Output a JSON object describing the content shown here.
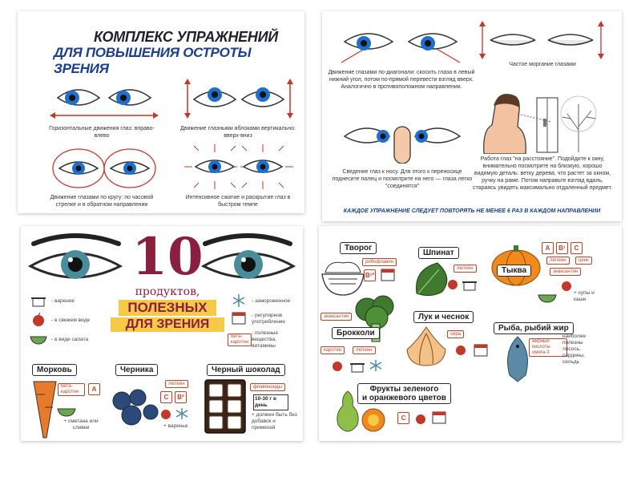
{
  "exercises": {
    "title_line1": "КОМПЛЕКС УПРАЖНЕНИЙ",
    "title_line2": "ДЛЯ ПОВЫШЕНИЯ ОСТРОТЫ ЗРЕНИЯ",
    "items": [
      {
        "caption": "Горизонтальные движения глаз: вправо-влево"
      },
      {
        "caption": "Движение глазными яблоками вертикально: вверх-вниз"
      },
      {
        "caption": "Движение глазами по кругу: по часовой стрелке и в обратном направлении"
      },
      {
        "caption": "Интенсивное сжатие и раскрытие глаз в быстром темпе"
      },
      {
        "caption": "Движение глазами по-диагонали: скосить глаза в левый нижний угол, потом по-прямой перевести взгляд вверх. Аналогично в противоположном направлении."
      },
      {
        "caption": "Частое моргание глазами"
      },
      {
        "caption": "Сведение глаз к носу. Для этого к переносице поднесите палец и посмотрите на него — глаза легко \"соединятся\""
      },
      {
        "caption": "Работа глаз \"на расстояние\". Подойдите к окну, внимательно посмотрите на близкую, хорошо видимую деталь: ветку дерева, что растет за окном, ручку на раме. Потом направьте взгляд вдаль, стараясь увидеть максимально отдаленный предмет."
      }
    ],
    "note": "КАЖДОЕ УПРАЖНЕНИЕ СЛЕДУЕТ ПОВТОРЯТЬ НЕ МЕНЕЕ 6 РАЗ В КАЖДОМ НАПРАВЛЕНИИ"
  },
  "products_left": {
    "big_number": "10",
    "title_line1": "продуктов,",
    "title_line2": "ПОЛЕЗНЫХ",
    "title_line3": "ДЛЯ ЗРЕНИЯ",
    "legend": {
      "boiled": "- вареное",
      "fresh": "- в свежем виде",
      "salad": "- в виде салата",
      "frozen": "- замороженное",
      "regular": "- регулярное употребление",
      "useful_tag": "бета-каротин",
      "useful": "- полезные вещества, витамины"
    },
    "carrot": {
      "title": "Морковь",
      "tag": "бета-каротин",
      "vit": "A",
      "extra": "+ сметана или сливки"
    },
    "blueberry": {
      "title": "Черника",
      "tag": "лютеин",
      "vit1": "C",
      "vit2": "B²",
      "extra": "+ варенье"
    },
    "chocolate": {
      "title": "Черный шоколад",
      "tag": "флавоноиды",
      "amount": "10-30 г в день",
      "extra": "+ должен быть без добавок и примесей"
    }
  },
  "products_right": {
    "tvorog": {
      "title": "Творог",
      "tag": "рибофлавин",
      "vit": "B¹²"
    },
    "spinach": {
      "title": "Шпинат",
      "tag": "лютеин"
    },
    "pumpkin": {
      "title": "Тыква",
      "vits": [
        "A",
        "B¹",
        "C"
      ],
      "tag1": "лютеин",
      "tag2": "цинк",
      "tag3": "зеаксантин",
      "extra": "+ супы и каши"
    },
    "broccoli": {
      "title": "Брокколи",
      "tag1": "зеаксантин",
      "tag2": "каротин",
      "tag3": "лютеин"
    },
    "onion": {
      "title": "Лук и чеснок",
      "tag": "сера"
    },
    "fish": {
      "title": "Рыба, рыбий жир",
      "tag": "жирные кислоты омега-3",
      "extra": "наиболее полезны лосось, сардины, сельдь"
    },
    "fruits": {
      "title_line1": "Фрукты зеленого",
      "title_line2": "и оранжевого цветов",
      "vit": "C"
    }
  }
}
